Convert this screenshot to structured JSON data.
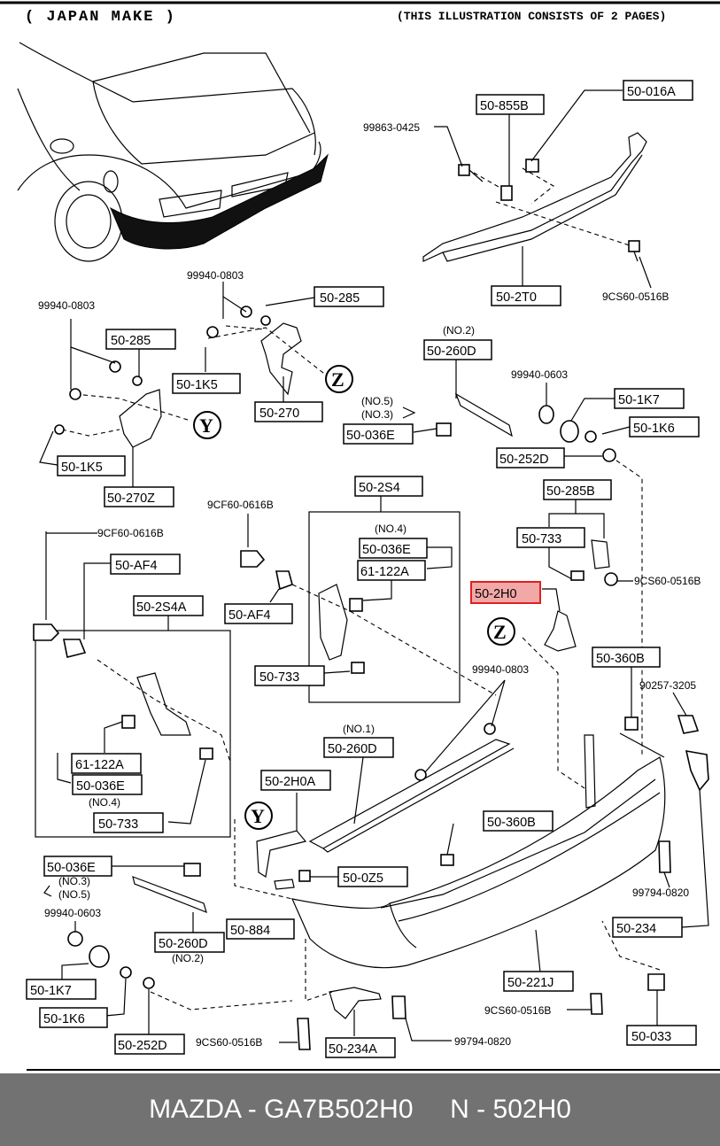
{
  "header": {
    "make": "( JAPAN  MAKE )",
    "pages_note": "(THIS ILLUSTRATION CONSISTS OF  2 PAGES)"
  },
  "labels": {
    "l_50_016A": "50-016A",
    "l_50_855B": "50-855B",
    "l_99863_0425": "99863-0425",
    "l_50_2T0": "50-2T0",
    "l_9CS60_0516B_a": "9CS60-0516B",
    "l_99940_0803_a": "99940-0803",
    "l_50_285_a": "50-285",
    "l_99940_0803_b": "99940-0803",
    "l_50_285_b": "50-285",
    "l_50_1K5_a": "50-1K5",
    "l_Z_a": "Z",
    "l_50_270": "50-270",
    "l_Y_a": "Y",
    "l_50_1K5_b": "50-1K5",
    "l_50_270Z": "50-270Z",
    "l_no2_top": "(NO.2)",
    "l_50_260D_a": "50-260D",
    "l_no5_a": "(NO.5)",
    "l_no3_a": "(NO.3)",
    "l_50_036E_a": "50-036E",
    "l_99940_0603_a": "99940-0603",
    "l_50_1K7_a": "50-1K7",
    "l_50_1K6_a": "50-1K6",
    "l_50_252D_a": "50-252D",
    "l_50_2S4": "50-2S4",
    "l_9CF60_0616B_a": "9CF60-0616B",
    "l_no4_a": "(NO.4)",
    "l_50_036E_b": "50-036E",
    "l_61_122A_a": "61-122A",
    "l_50_AF4_a": "50-AF4",
    "l_50_733_a": "50-733",
    "l_50_285B": "50-285B",
    "l_50_733_b": "50-733",
    "l_9CS60_0516B_b": "9CS60-0516B",
    "l_50_2H0": "50-2H0",
    "l_Z_b": "Z",
    "l_50_360B_a": "50-360B",
    "l_9CF60_0616B_b": "9CF60-0616B",
    "l_50_AF4_b": "50-AF4",
    "l_50_2S4A": "50-2S4A",
    "l_99940_0803_c": "99940-0803",
    "l_90257_3205": "90257-3205",
    "l_no1": "(NO.1)",
    "l_50_260D_b": "50-260D",
    "l_61_122A_b": "61-122A",
    "l_50_036E_c": "50-036E",
    "l_no4_b": "(NO.4)",
    "l_50_733_c": "50-733",
    "l_50_2H0A": "50-2H0A",
    "l_Y_b": "Y",
    "l_50_360B_b": "50-360B",
    "l_50_036E_d": "50-036E",
    "l_no3_b": "(NO.3)",
    "l_no5_b": "(NO.5)",
    "l_50_0Z5": "50-0Z5",
    "l_99940_0603_b": "99940-0603",
    "l_50_884": "50-884",
    "l_50_260D_c": "50-260D",
    "l_no2_bot": "(NO.2)",
    "l_99794_0820_a": "99794-0820",
    "l_50_234": "50-234",
    "l_50_1K7_b": "50-1K7",
    "l_50_221J": "50-221J",
    "l_50_1K6_b": "50-1K6",
    "l_9CS60_0516B_c": "9CS60-0516B",
    "l_50_252D_b": "50-252D",
    "l_9CS60_0516B_d": "9CS60-0516B",
    "l_50_234A": "50-234A",
    "l_99794_0820_b": "99794-0820",
    "l_50_033": "50-033"
  },
  "highlighted_part": "50-2H0",
  "colors": {
    "highlight_fill": "#f3a8a8",
    "highlight_border": "#e02020",
    "footer_bg": "#727272"
  },
  "footer": {
    "text": "MAZDA - GA7B502H0     N - 502H0"
  }
}
